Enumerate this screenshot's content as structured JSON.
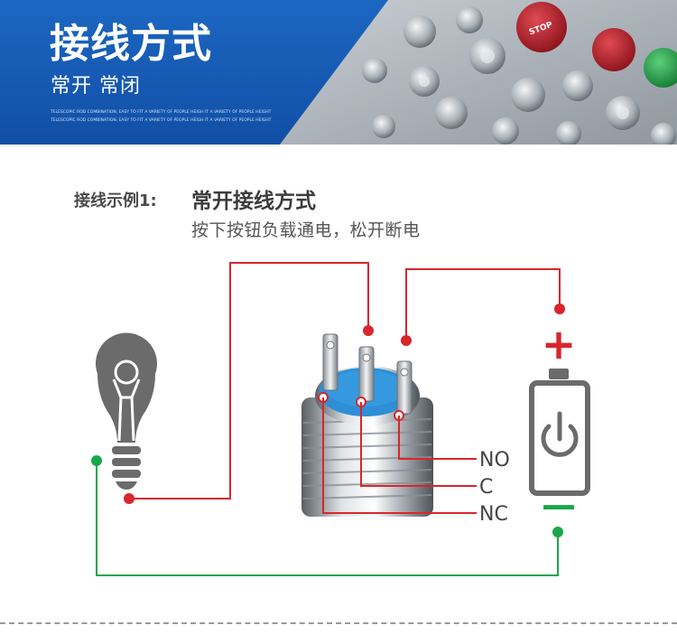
{
  "banner": {
    "title": "接线方式",
    "subtitle": "常开 常闭",
    "small_text": [
      "TELESCOPIC ROD COMBINATION, EASY TO FIT A VARIETY OF PEOPLE HEIGH  IT A VARIETY OF PEOPLE HEIGHT",
      "TELESCOPIC ROD COMBINATION, EASY TO FIT A VARIETY OF PEOPLE HEIGH  IT A VARIETY OF PEOPLE HEIGHT"
    ],
    "stop_label": "STOP"
  },
  "example": {
    "label": "接线示例1:",
    "title": "常开接线方式",
    "description": "按下按钮负载通电，松开断电"
  },
  "diagram": {
    "terminals": [
      "NO",
      "C",
      "NC"
    ],
    "plus_sign": "+",
    "minus_sign": "—"
  },
  "colors": {
    "banner_blue": "#1559b4",
    "wire_red": "#d8262b",
    "wire_green": "#1aa64a",
    "icon_gray": "#6b6b6b",
    "button_top_blue": "#2e8fd6"
  }
}
